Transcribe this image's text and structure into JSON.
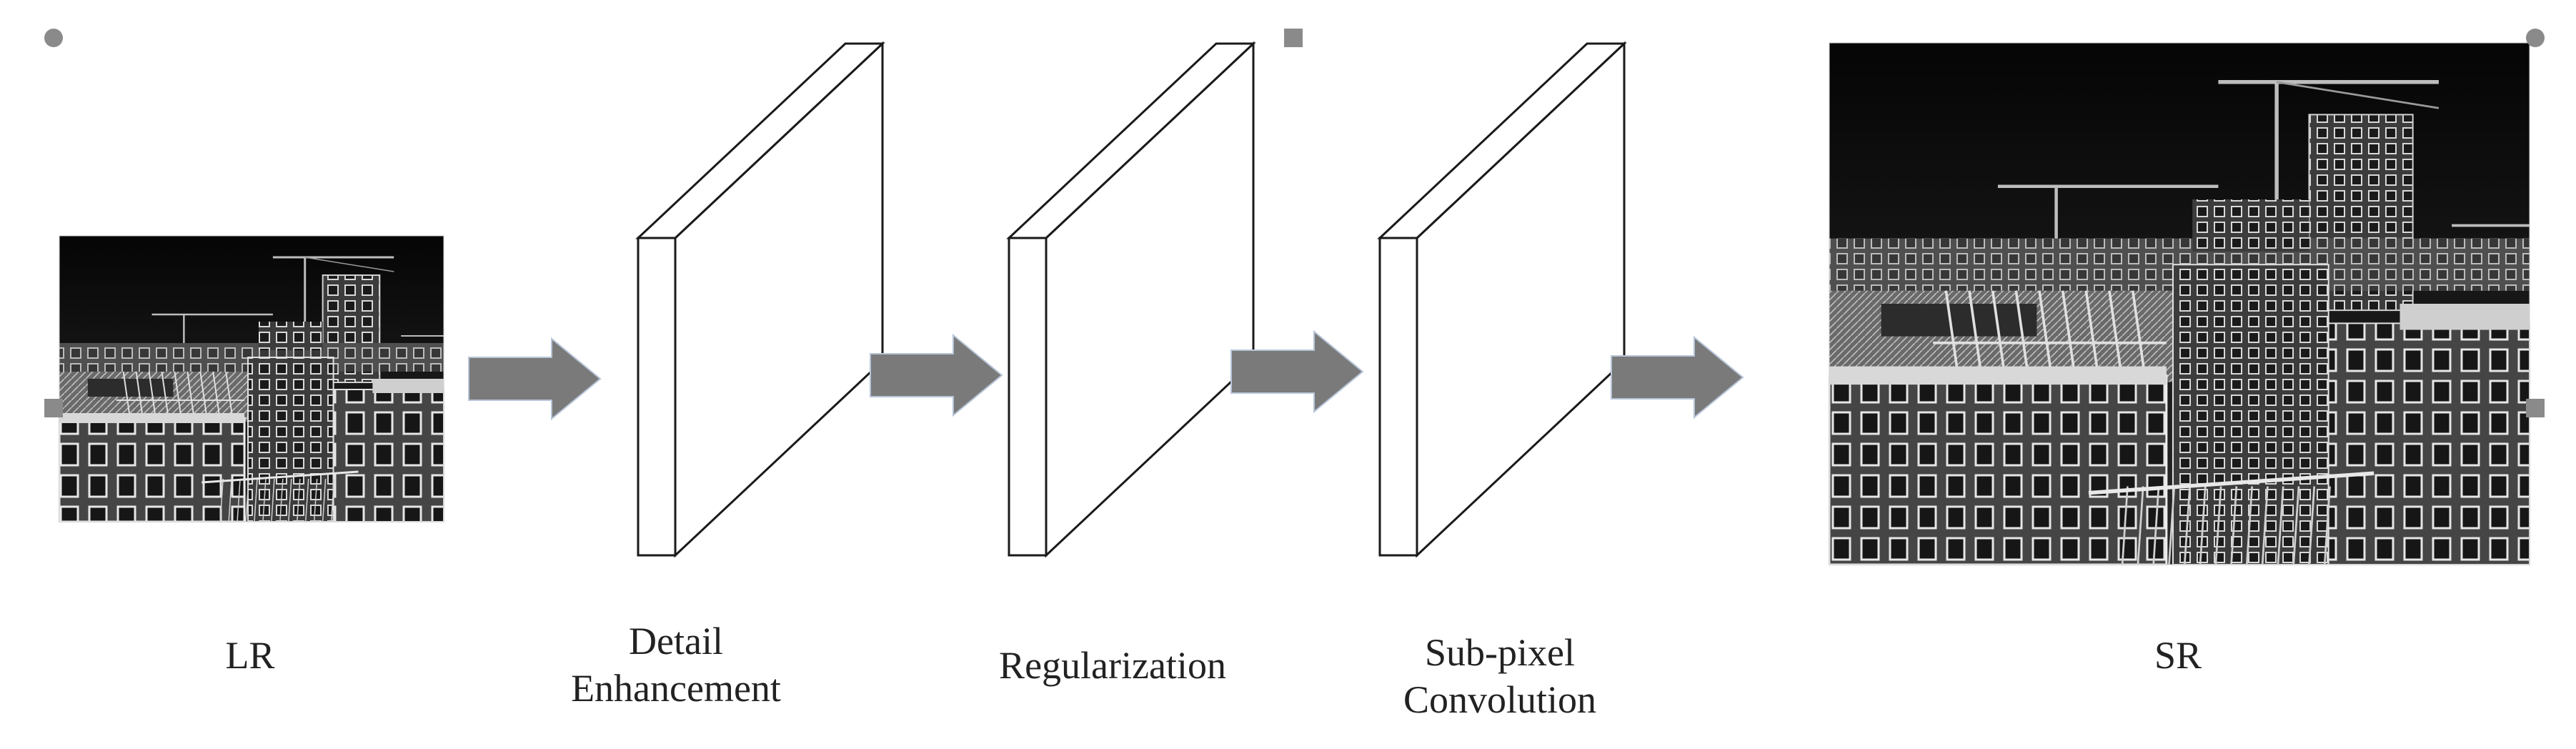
{
  "stages": [
    {
      "id": "lr",
      "label_lines": [
        "LR"
      ],
      "kind": "image"
    },
    {
      "id": "detail-enhancement",
      "label_lines": [
        "Detail",
        "Enhancement"
      ],
      "kind": "layer"
    },
    {
      "id": "regularization",
      "label_lines": [
        "Regularization"
      ],
      "kind": "layer"
    },
    {
      "id": "sub-pixel-convolution",
      "label_lines": [
        "Sub-pixel",
        "Convolution"
      ],
      "kind": "layer"
    },
    {
      "id": "sr",
      "label_lines": [
        "SR"
      ],
      "kind": "image"
    }
  ],
  "connections": [
    {
      "from": "lr",
      "to": "detail-enhancement"
    },
    {
      "from": "detail-enhancement",
      "to": "regularization"
    },
    {
      "from": "regularization",
      "to": "sub-pixel-convolution"
    },
    {
      "from": "sub-pixel-convolution",
      "to": "sr"
    }
  ],
  "colors": {
    "arrow": "#7a7a7a",
    "layer_stroke": "#1a1a1a",
    "image_sky": "#0d0d0d",
    "image_building": "#5a5a5a",
    "handle": "#8a8a8a"
  }
}
